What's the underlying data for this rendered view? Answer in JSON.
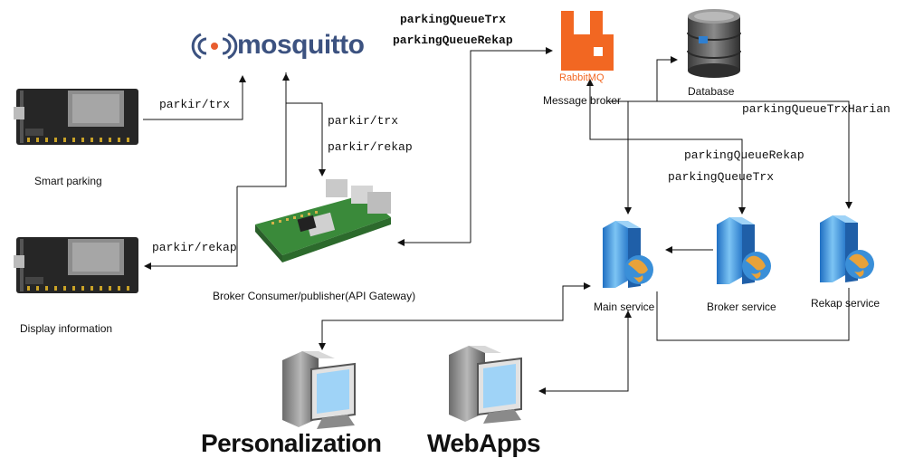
{
  "nodes": {
    "smart_parking": "Smart parking",
    "display_information": "Display information",
    "mosquitto": "mosquitto",
    "gateway": "Broker Consumer/publisher(API Gateway)",
    "rabbitmq_logo": "RabbitMQ",
    "message_broker": "Message broker",
    "database": "Database",
    "main_service": "Main service",
    "broker_service": "Broker service",
    "rekap_service": "Rekap service",
    "personalization": "Personalization",
    "webapps": "WebApps"
  },
  "edges": {
    "sp_topic": "parkir/trx",
    "di_topic": "parkir/rekap",
    "mq_topic_trx": "parkir/trx",
    "mq_topic_rekap": "parkir/rekap",
    "queue_trx_top": "parkingQueueTrx",
    "queue_rekap_top": "parkingQueueRekap",
    "queue_trx_harian": "parkingQueueTrxHarian",
    "queue_rekap": "parkingQueueRekap",
    "queue_trx": "parkingQueueTrx"
  },
  "colors": {
    "line": "#111111",
    "board": "#2b2b2b",
    "pi_green": "#3a8a3a",
    "rabbit_orange": "#f26722",
    "server_blue": "#3a8fd8",
    "mosquitto_blue": "#3c5280"
  }
}
